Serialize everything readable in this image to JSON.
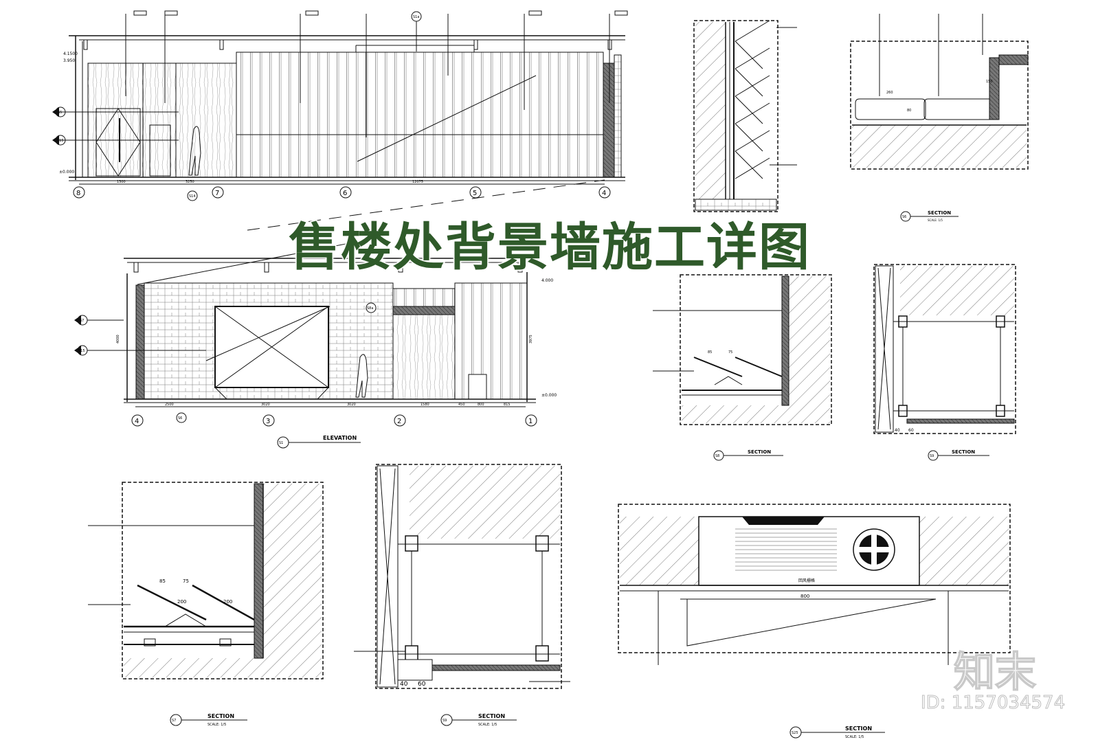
{
  "title": "售楼处背景墙施工详图",
  "logo_text": "知末",
  "image_id": "ID: 1157034574",
  "labels": {
    "elevation": "ELEVATION",
    "section": "SECTION",
    "scale": "SCALE: 1/5"
  },
  "elevation1": {
    "levels": [
      "4.1500",
      "3.950",
      "±0.000"
    ],
    "grid_bubbles": [
      "8",
      "7",
      "6",
      "5",
      "4"
    ],
    "dims": [
      "1300",
      "3250",
      "12075"
    ],
    "section_tags": [
      "S5",
      "S15",
      "S14",
      "S1a"
    ]
  },
  "elevation2": {
    "levels": [
      "4.000",
      "±0.000"
    ],
    "grid_bubbles": [
      "4",
      "3",
      "2",
      "1"
    ],
    "dims": [
      "2500",
      "3020",
      "3020",
      "1580",
      "450",
      "800",
      "815"
    ],
    "side_dims": [
      "4000",
      "3975"
    ],
    "section_tags": [
      "S7",
      "S15",
      "S6",
      "S8a"
    ],
    "drawing_tag": "S1"
  },
  "sections": {
    "s7": {
      "tag": "S7",
      "dims": [
        "85",
        "75",
        "200",
        "200"
      ]
    },
    "s9": {
      "tag": "S9",
      "dims": [
        "40",
        "60"
      ]
    },
    "s25": {
      "tag": "S25",
      "dims": [
        "800"
      ],
      "device_label": "回风栅格"
    },
    "s_right_a": {
      "tag": "S8",
      "dims": [
        "85",
        "75"
      ]
    },
    "s_right_b": {
      "tag": "S9",
      "dims": [
        "40",
        "60"
      ]
    },
    "s_top": {
      "tag": "S6",
      "dims": [
        "260",
        "80",
        "150"
      ]
    }
  }
}
